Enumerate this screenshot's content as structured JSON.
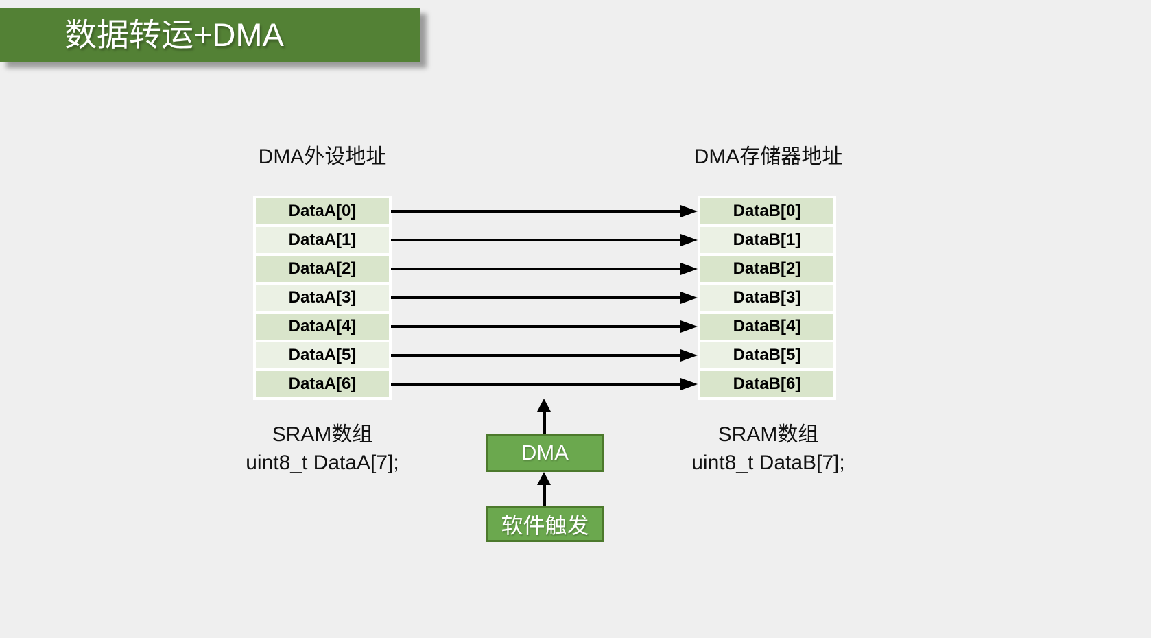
{
  "slide": {
    "title": "数据转运+DMA",
    "left_panel": {
      "header": "DMA外设地址",
      "rows": [
        "DataA[0]",
        "DataA[1]",
        "DataA[2]",
        "DataA[3]",
        "DataA[4]",
        "DataA[5]",
        "DataA[6]"
      ],
      "caption_line1": "SRAM数组",
      "caption_line2": "uint8_t DataA[7];"
    },
    "right_panel": {
      "header": "DMA存储器地址",
      "rows": [
        "DataB[0]",
        "DataB[1]",
        "DataB[2]",
        "DataB[3]",
        "DataB[4]",
        "DataB[5]",
        "DataB[6]"
      ],
      "caption_line1": "SRAM数组",
      "caption_line2": "uint8_t DataB[7];"
    },
    "dma_label": "DMA",
    "trigger_label": "软件触发",
    "colors": {
      "background": "#efefef",
      "title_green": "#538135",
      "box_green": "#6BA84E",
      "box_border_green": "#4C792C",
      "cell_green_dark": "#D9E5CB",
      "cell_green_light": "#EBF1E4",
      "arrow_black": "#000000"
    }
  }
}
